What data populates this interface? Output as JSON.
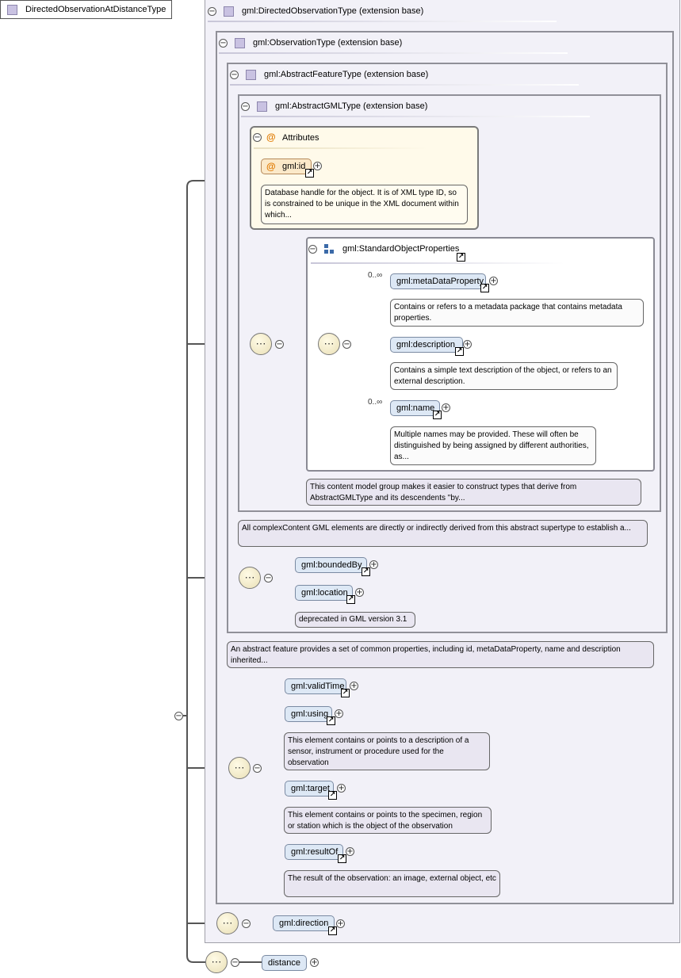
{
  "root": {
    "name": "DirectedObservationAtDistanceType"
  },
  "types": {
    "directed_observation": "gml:DirectedObservationType (extension base)",
    "observation": "gml:ObservationType (extension base)",
    "abstract_feature": "gml:AbstractFeatureType (extension base)",
    "abstract_gml": "gml:AbstractGMLType (extension base)"
  },
  "attributes": {
    "title": "Attributes",
    "id_label": "gml:id",
    "id_doc": "Database handle for the object. It is of XML type ID, so is constrained to be unique in the XML document within which..."
  },
  "standard_object_properties": {
    "title": "gml:StandardObjectProperties",
    "metadata_label": "gml:metaDataProperty",
    "metadata_occ": "0..∞",
    "metadata_doc": "Contains or refers to a metadata package that contains metadata properties.",
    "description_label": "gml:description",
    "description_doc": "Contains a simple text description of the object, or refers to an external description.",
    "name_label": "gml:name",
    "name_occ": "0..∞",
    "name_doc": "Multiple names may be provided. These will often be distinguished by being assigned by different authorities, as...",
    "group_doc": "This content model group makes it easier to construct types that derive from AbstractGMLType and its descendents \"by..."
  },
  "abstract_gml_doc": "All complexContent GML elements are directly or indirectly derived from this abstract supertype to establish a...",
  "feature_props": {
    "bounded_by": "gml:boundedBy",
    "location": "gml:location",
    "location_doc": "deprecated in GML version 3.1"
  },
  "abstract_feature_doc": "An abstract feature provides a set of common properties, including id, metaDataProperty, name and description inherited...",
  "observation_props": {
    "valid_time": "gml:validTime",
    "using": "gml:using",
    "using_doc": "This element contains or points to a description of a sensor, instrument or procedure used for the observation",
    "target": "gml:target",
    "target_doc": "This element contains or points to the specimen, region or station which is the object of the observation",
    "result_of": "gml:resultOf",
    "result_of_doc": "The result of the observation: an image, external object, etc"
  },
  "direction": "gml:direction",
  "distance": "distance",
  "symbols": {
    "minus": "−",
    "plus": "+",
    "ref": "↗",
    "at": "@",
    "seq": "⋯"
  }
}
